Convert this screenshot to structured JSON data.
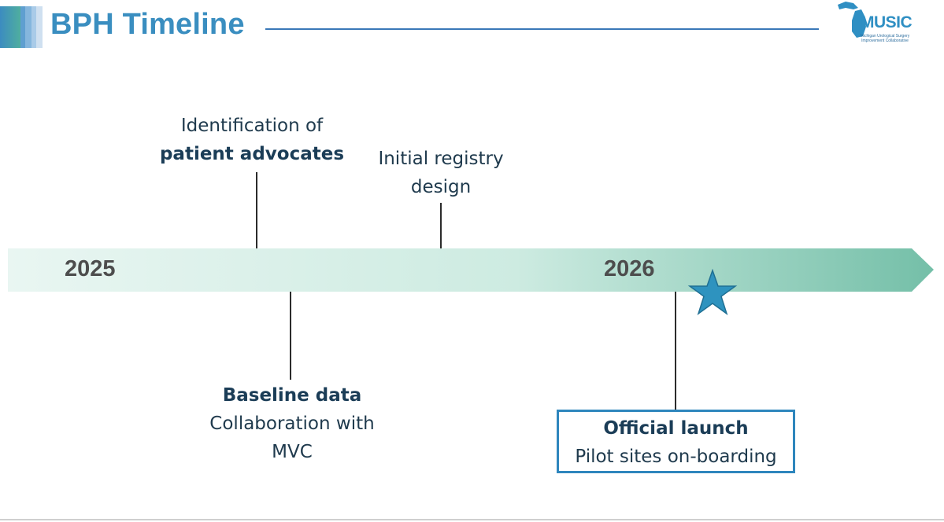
{
  "header": {
    "title": "BPH Timeline",
    "logo_word": "MUSIC",
    "logo_subtitle": "Michigan Urological Surgery Improvement Collaborative"
  },
  "timeline": {
    "years": [
      "2025",
      "2026"
    ],
    "milestones": [
      {
        "line1": "Identification of",
        "line2_bold": "patient advocates"
      },
      {
        "line1": "Initial registry",
        "line2": "design"
      },
      {
        "title_bold": "Baseline data",
        "line1": "Collaboration with",
        "line2": "MVC"
      },
      {
        "title_bold": "Official launch",
        "line1": "Pilot sites on-boarding"
      }
    ]
  },
  "colors": {
    "title": "#3a8ec0",
    "rule": "#3a78b8",
    "arrow_start": "#e9f6f2",
    "arrow_end": "#74bfa8",
    "star": "#2e93bf",
    "launch_border": "#2e86bd",
    "label_text": "#1f3a4d"
  },
  "icons": [
    "michigan-map-logo-icon",
    "star-icon"
  ]
}
